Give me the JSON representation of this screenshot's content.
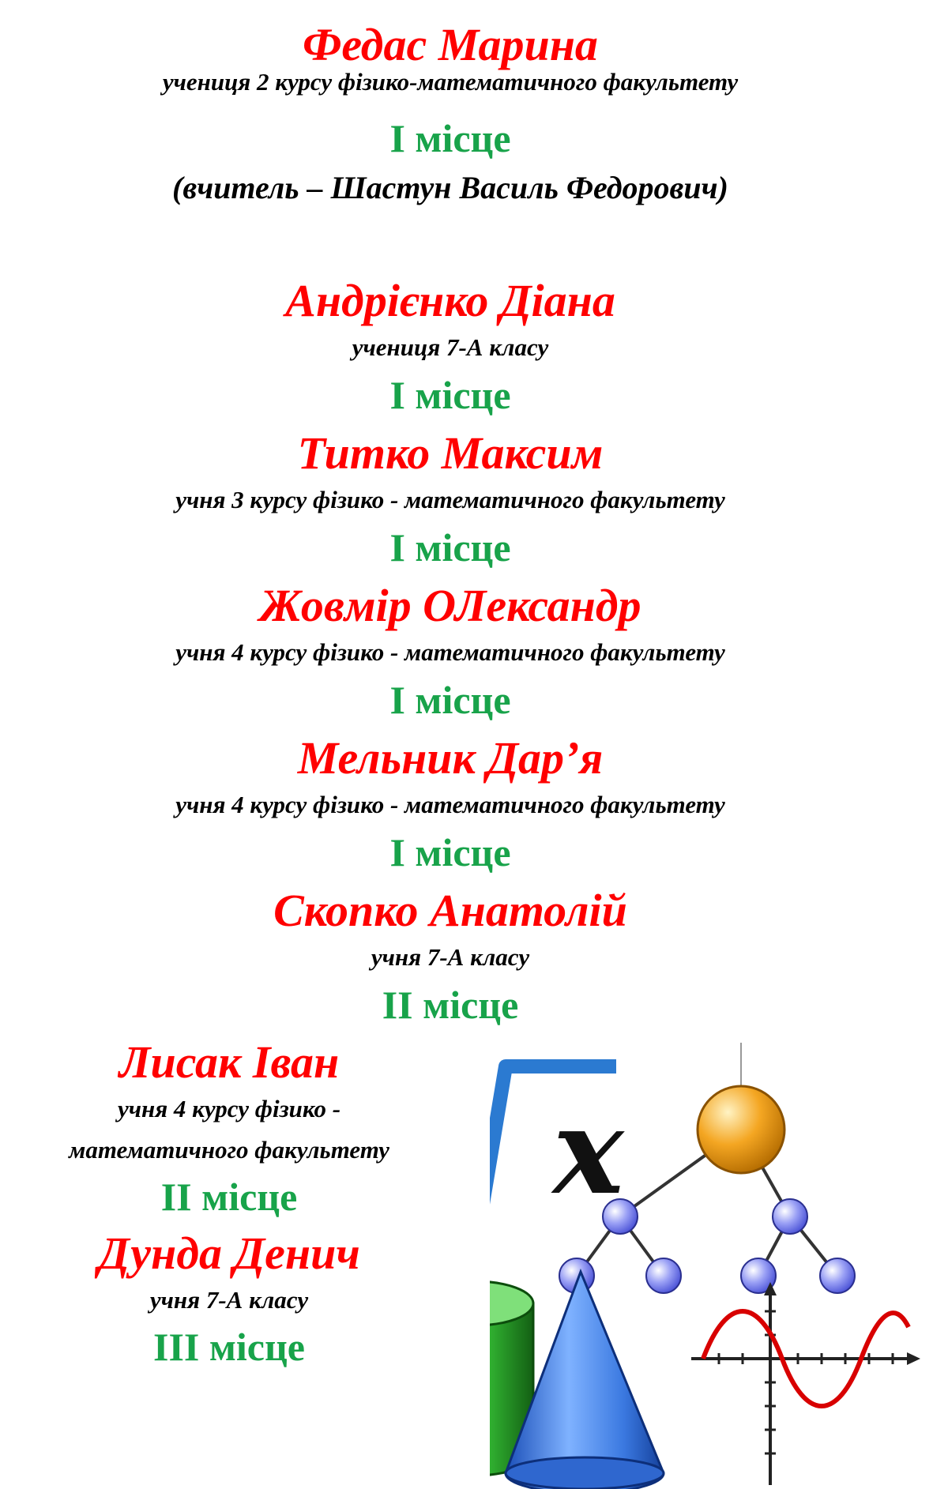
{
  "entries": [
    {
      "name": "Федас Марина",
      "desc": "учениця 2 курсу фізико-математичного факультету",
      "place": "І місце",
      "teacher": "(вчитель – Шастун Василь Федорович)"
    },
    {
      "name": "Андрієнко Діана",
      "desc": "учениця  7-А класу",
      "place": "І місце"
    },
    {
      "name": "Титко Максим",
      "desc": "учня  3 курсу фізико - математичного факультету",
      "place": "І місце"
    },
    {
      "name": "Жовмір ОЛександр",
      "desc": "учня  4 курсу фізико - математичного факультету",
      "place": "І місце"
    },
    {
      "name": "Мельник Дар’я",
      "desc": "учня  4 курсу фізико - математичного факультету",
      "place": "І місце"
    },
    {
      "name": "Скопко Анатолій",
      "desc": "учня  7-А класу",
      "place": "ІІ місце"
    },
    {
      "name": "Лисак Іван",
      "desc_line1": "учня  4 курсу фізико -",
      "desc_line2": "математичного факультету",
      "place": "ІІ місце"
    },
    {
      "name": "Дунда Денич",
      "desc": "учня  7-А класу",
      "place": "ІІІ місце"
    }
  ],
  "illustration": {
    "formula_symbol": "x",
    "icons": [
      "square-root-icon",
      "cylinder-icon",
      "cone-icon",
      "tree-graph-icon",
      "sine-graph-icon"
    ]
  },
  "colors": {
    "name": "#ff0000",
    "place": "#18a34a",
    "text": "#000000"
  }
}
